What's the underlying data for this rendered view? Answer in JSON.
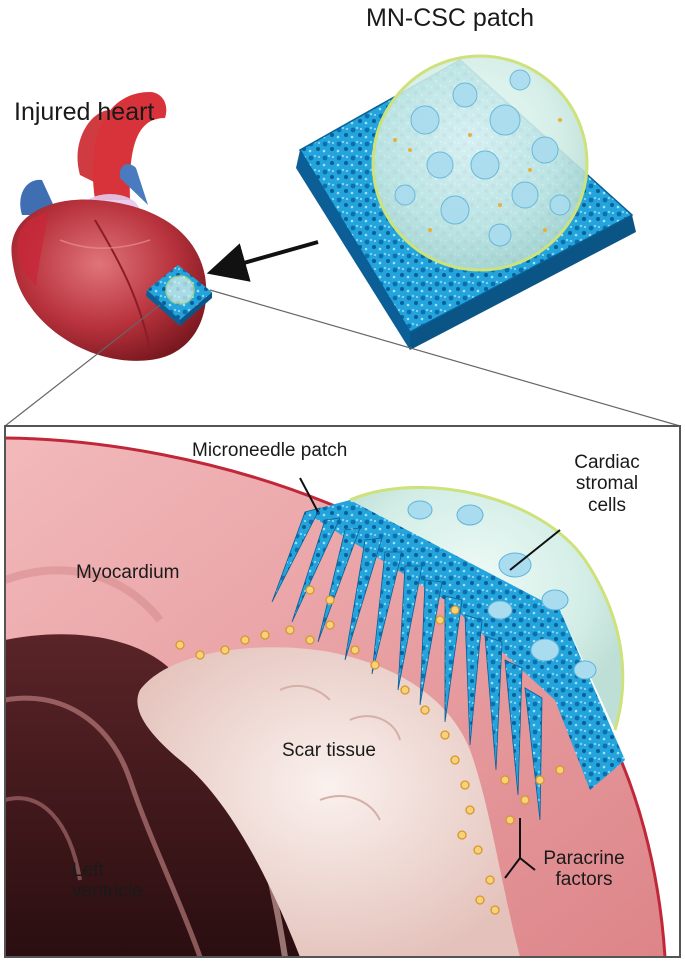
{
  "labels": {
    "patch_title": "MN-CSC patch",
    "heart_title": "Injured heart",
    "microneedle_patch": "Microneedle patch",
    "cardiac_line1": "Cardiac",
    "cardiac_line2": "stromal",
    "cardiac_line3": "cells",
    "myocardium": "Myocardium",
    "scar_tissue": "Scar tissue",
    "left_line1": "Left",
    "left_line2": "ventricle",
    "paracrine_line1": "Paracrine",
    "paracrine_line2": "factors"
  },
  "colors": {
    "patch_blue": "#1f9fd6",
    "patch_dark": "#0b5f96",
    "cell_fill": "#d9f1ea",
    "cell_rim": "#cde27a",
    "heart_red": "#b8323c",
    "myocardium": "#e79a9e",
    "scar": "#f3e2dc",
    "paracrine_dot": "#e8b03a",
    "frame": "#555555"
  }
}
